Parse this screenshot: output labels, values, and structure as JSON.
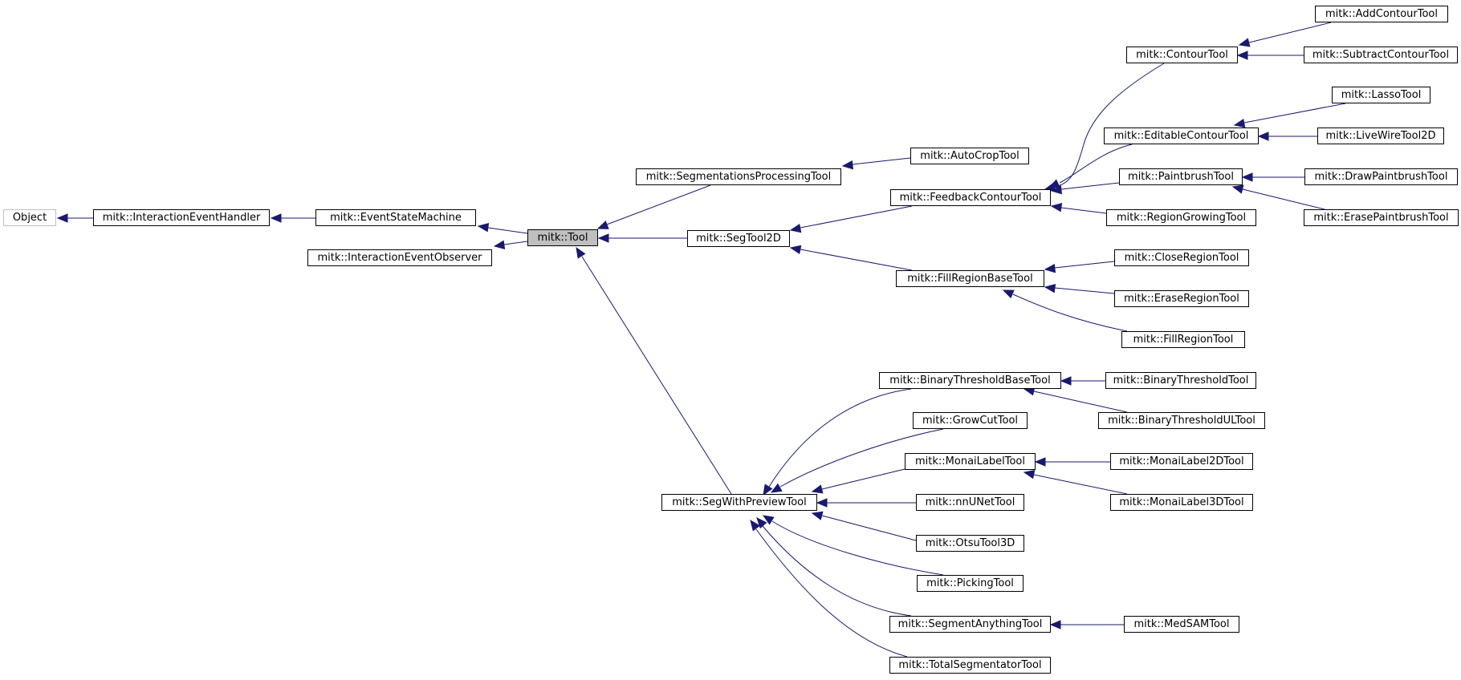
{
  "colors": {
    "edge": "#191970",
    "external_border": "#bfbfbf",
    "current_fill": "#bfbfbf",
    "node_border": "#000000"
  },
  "nodes": {
    "object": "Object",
    "interaction_event_handler": "mitk::InteractionEventHandler",
    "event_state_machine": "mitk::EventStateMachine",
    "interaction_event_observer": "mitk::InteractionEventObserver",
    "tool": "mitk::Tool",
    "segmentations_processing_tool": "mitk::SegmentationsProcessingTool",
    "seg_tool_2d": "mitk::SegTool2D",
    "seg_with_preview_tool": "mitk::SegWithPreviewTool",
    "auto_crop_tool": "mitk::AutoCropTool",
    "feedback_contour_tool": "mitk::FeedbackContourTool",
    "fill_region_base_tool": "mitk::FillRegionBaseTool",
    "contour_tool": "mitk::ContourTool",
    "editable_contour_tool": "mitk::EditableContourTool",
    "paintbrush_tool": "mitk::PaintbrushTool",
    "region_growing_tool": "mitk::RegionGrowingTool",
    "add_contour_tool": "mitk::AddContourTool",
    "subtract_contour_tool": "mitk::SubtractContourTool",
    "lasso_tool": "mitk::LassoTool",
    "live_wire_tool_2d": "mitk::LiveWireTool2D",
    "draw_paintbrush_tool": "mitk::DrawPaintbrushTool",
    "erase_paintbrush_tool": "mitk::ErasePaintbrushTool",
    "close_region_tool": "mitk::CloseRegionTool",
    "erase_region_tool": "mitk::EraseRegionTool",
    "fill_region_tool": "mitk::FillRegionTool",
    "binary_threshold_base_tool": "mitk::BinaryThresholdBaseTool",
    "grow_cut_tool": "mitk::GrowCutTool",
    "monai_label_tool": "mitk::MonaiLabelTool",
    "nn_unet_tool": "mitk::nnUNetTool",
    "otsu_tool_3d": "mitk::OtsuTool3D",
    "picking_tool": "mitk::PickingTool",
    "segment_anything_tool": "mitk::SegmentAnythingTool",
    "total_segmentator_tool": "mitk::TotalSegmentatorTool",
    "binary_threshold_tool": "mitk::BinaryThresholdTool",
    "binary_threshold_ul_tool": "mitk::BinaryThresholdULTool",
    "monai_label_2d_tool": "mitk::MonaiLabel2DTool",
    "monai_label_3d_tool": "mitk::MonaiLabel3DTool",
    "med_sam_tool": "mitk::MedSAMTool"
  }
}
